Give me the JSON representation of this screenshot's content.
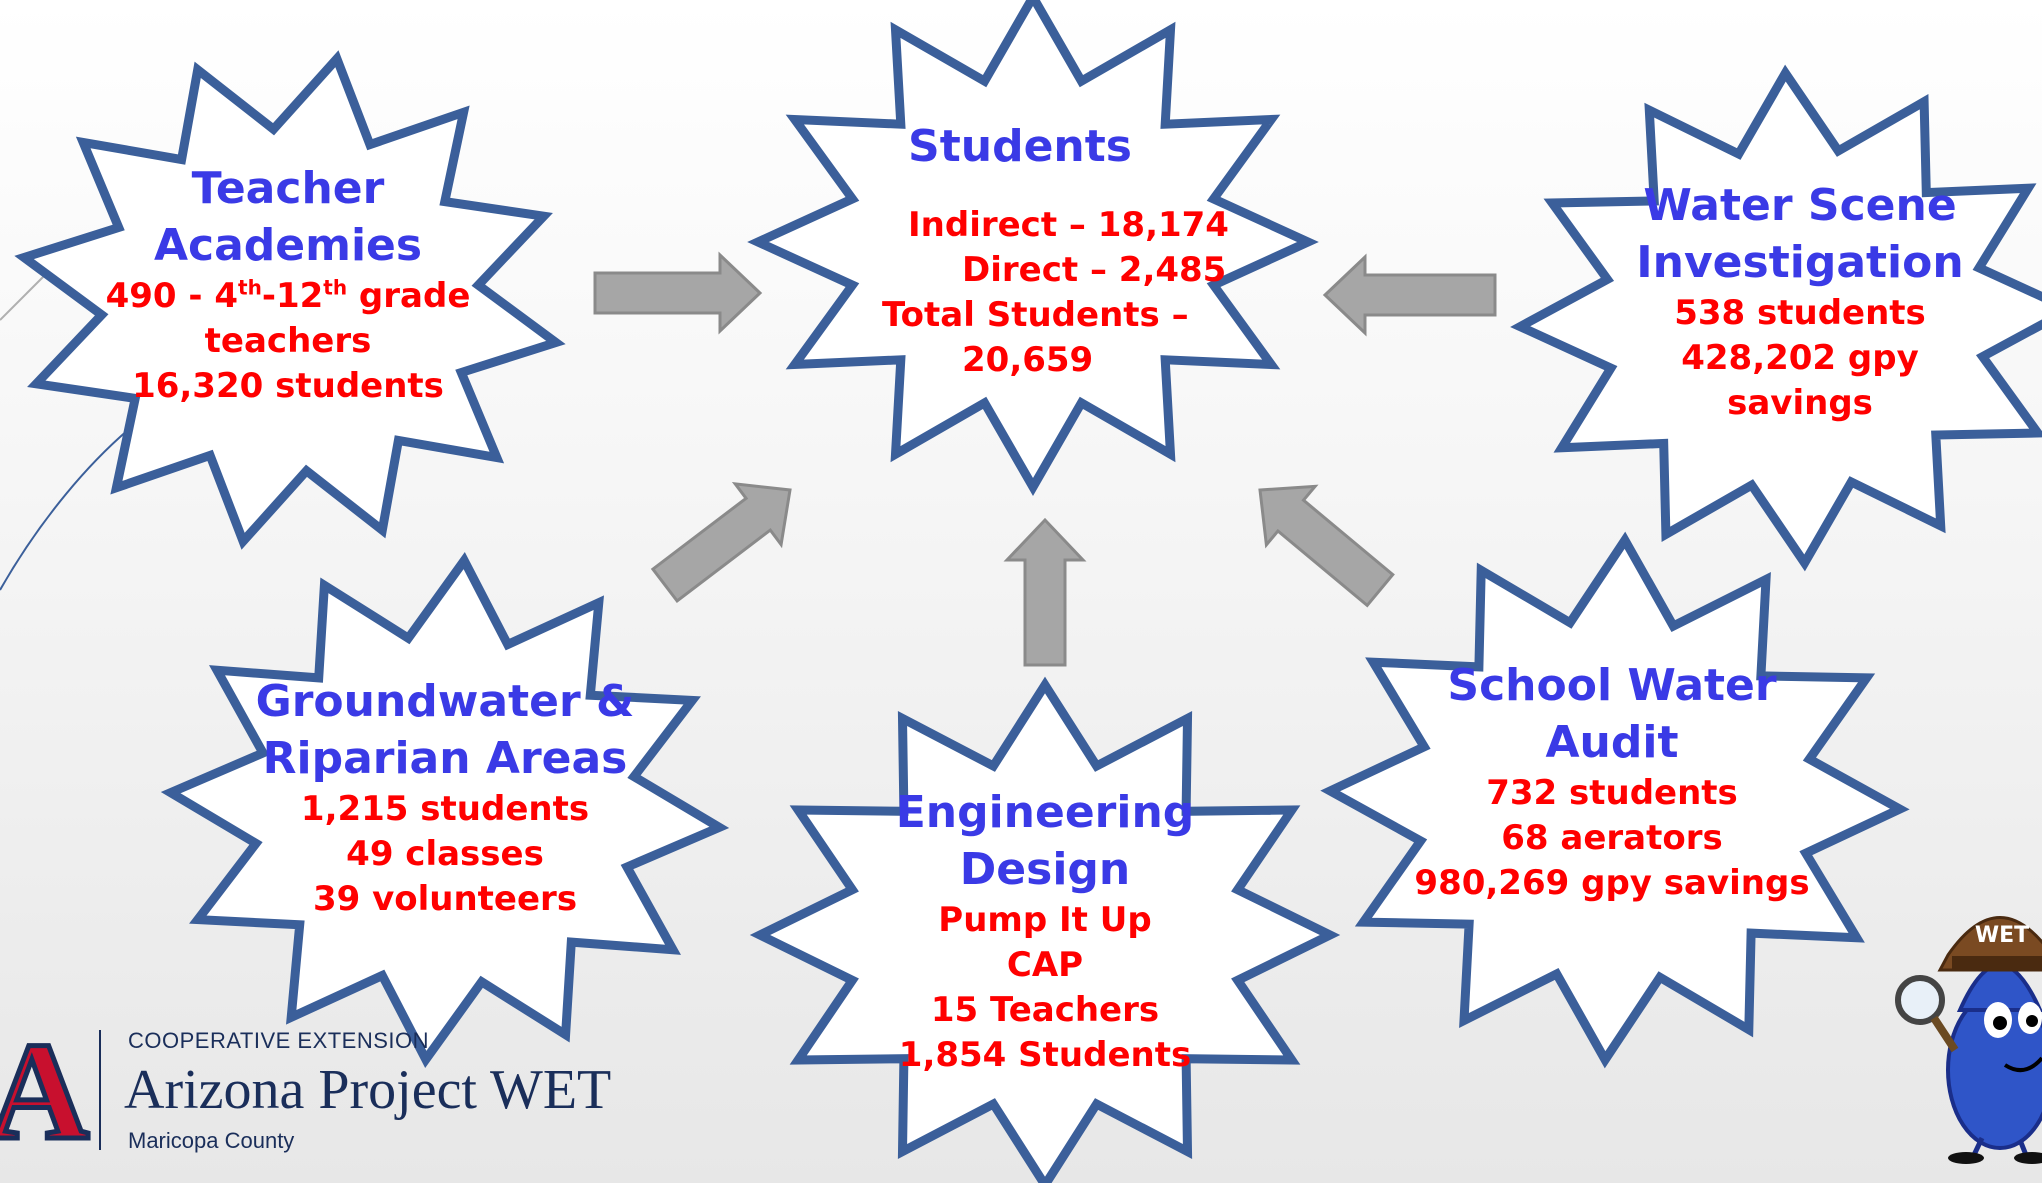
{
  "colors": {
    "star_stroke": "#3b5f9a",
    "star_fill": "#ffffff",
    "title": "#3a3ae6",
    "detail": "#ff0000",
    "arrow_fill": "#a6a6a6",
    "arrow_stroke": "#8a8a8a",
    "logo_navy": "#1a2e5a",
    "logo_red": "#c8102e"
  },
  "nodes": {
    "students": {
      "title": "Students",
      "lines": [
        "Indirect – 18,174",
        "Direct – 2,485",
        "Total Students –",
        "20,659"
      ]
    },
    "teacher": {
      "title1": "Teacher",
      "title2": "Academies",
      "line1_a": "490 - 4",
      "line1_sup1": "th",
      "line1_b": "-12",
      "line1_sup2": "th",
      "line1_c": " grade",
      "line2": "teachers",
      "line3": "16,320 students"
    },
    "wsi": {
      "title1": "Water Scene",
      "title2": "Investigation",
      "lines": [
        "538 students",
        "428,202 gpy",
        "savings"
      ]
    },
    "groundwater": {
      "title1": "Groundwater &",
      "title2": "Riparian Areas",
      "lines": [
        "1,215 students",
        "49 classes",
        "39 volunteers"
      ]
    },
    "engineering": {
      "title1": "Engineering",
      "title2": "Design",
      "lines": [
        "Pump It Up",
        "CAP",
        "15 Teachers",
        "1,854 Students"
      ]
    },
    "audit": {
      "title1": "School Water",
      "title2": "Audit",
      "lines": [
        "732 students",
        "68 aerators",
        "980,269 gpy savings"
      ]
    }
  },
  "logo": {
    "line1": "COOPERATIVE EXTENSION",
    "line2": "Arizona Project WET",
    "line3": "Maricopa County",
    "mark": "A"
  },
  "mascot": {
    "hat_text": "WET",
    "icon": "water-drop-detective-icon"
  }
}
